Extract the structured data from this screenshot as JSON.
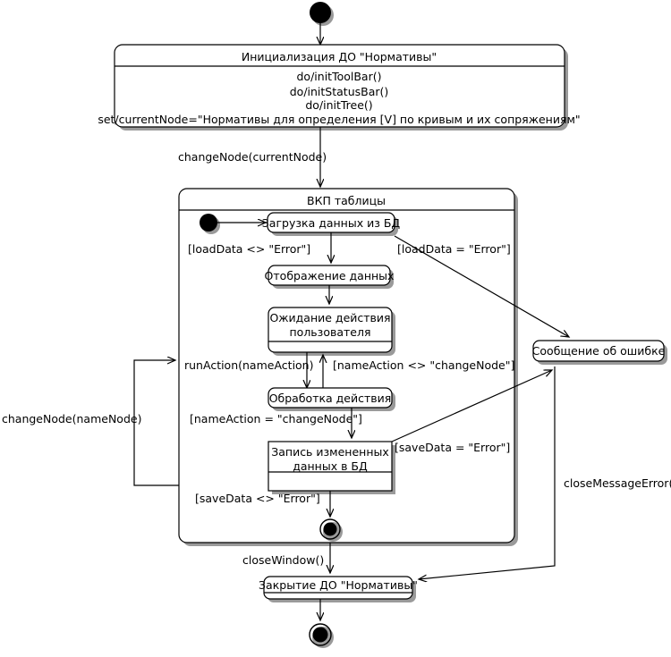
{
  "diagram": {
    "type": "uml-state-machine",
    "language": "ru",
    "colors": {
      "stroke": "#000000",
      "fill": "#ffffff",
      "shadow": "#9a9a9a",
      "background": "#ffffff"
    },
    "nodes": {
      "start": {
        "kind": "initial-node",
        "label": ""
      },
      "init_state": {
        "kind": "state",
        "title": "Инициализация ДО \"Нормативы\"",
        "actions": [
          "do/initToolBar()",
          "do/initStatusBar()",
          "do/initTree()",
          "set/currentNode=\"Нормативы для определения [V] по кривым и их сопряжениям\""
        ]
      },
      "composite": {
        "kind": "composite-state",
        "title": "ВКП таблицы",
        "inner_start": {
          "kind": "initial-node",
          "label": ""
        },
        "inner_end": {
          "kind": "final-node",
          "label": ""
        }
      },
      "load_data": {
        "kind": "state",
        "title": "Загрузка данных из БД"
      },
      "show_data": {
        "kind": "state",
        "title": "Отображение данных"
      },
      "wait_user": {
        "kind": "state",
        "title": "Ожидание действия пользователя",
        "title_line1": "Ожидание действия",
        "title_line2": "пользователя"
      },
      "process_action": {
        "kind": "state",
        "title": "Обработка действия"
      },
      "save_data": {
        "kind": "state",
        "title": "Запись измененных данных в БД",
        "title_line1": "Запись измененных",
        "title_line2": "данных в БД"
      },
      "error_message": {
        "kind": "state",
        "title": "Сообщение об ошибке"
      },
      "close_state": {
        "kind": "state",
        "title": "Закрытие ДО \"Нормативы\""
      },
      "final": {
        "kind": "final-node",
        "label": ""
      }
    },
    "transitions": [
      {
        "id": "t1",
        "from": "start",
        "to": "init_state",
        "label": ""
      },
      {
        "id": "t2",
        "from": "init_state",
        "to": "composite",
        "label": "changeNode(currentNode)"
      },
      {
        "id": "t3",
        "from": "inner_start",
        "to": "load_data",
        "label": ""
      },
      {
        "id": "t4",
        "from": "load_data",
        "to": "show_data",
        "label": "[loadData <> \"Error\"]"
      },
      {
        "id": "t5",
        "from": "load_data",
        "to": "error_message",
        "label": "[loadData = \"Error\"]"
      },
      {
        "id": "t6",
        "from": "show_data",
        "to": "wait_user",
        "label": ""
      },
      {
        "id": "t7",
        "from": "wait_user",
        "to": "process_action",
        "label": "runAction(nameAction)"
      },
      {
        "id": "t8",
        "from": "process_action",
        "to": "wait_user",
        "label": "[nameAction <> \"changeNode\"]"
      },
      {
        "id": "t9",
        "from": "process_action",
        "to": "save_data",
        "label": "[nameAction = \"changeNode\"]"
      },
      {
        "id": "t10",
        "from": "save_data",
        "to": "error_message",
        "label": "[saveData = \"Error\"]"
      },
      {
        "id": "t11",
        "from": "save_data",
        "to": "inner_end",
        "label": "[saveData <> \"Error\"]"
      },
      {
        "id": "t12",
        "from": "composite",
        "to": "composite",
        "label": "changeNode(nameNode)"
      },
      {
        "id": "t13",
        "from": "composite",
        "to": "close_state",
        "label": "closeWindow()"
      },
      {
        "id": "t14",
        "from": "error_message",
        "to": "close_state",
        "label": "closeMessageError()"
      },
      {
        "id": "t15",
        "from": "close_state",
        "to": "final",
        "label": ""
      }
    ],
    "labels": {
      "change_node_current": "changeNode(currentNode)",
      "change_node_name": "changeNode(nameNode)",
      "load_ok": "[loadData <> \"Error\"]",
      "load_err": "[loadData = \"Error\"]",
      "run_action": "runAction(nameAction)",
      "name_action_ne": "[nameAction <> \"changeNode\"]",
      "name_action_eq": "[nameAction = \"changeNode\"]",
      "save_err": "[saveData = \"Error\"]",
      "save_ok": "[saveData <> \"Error\"]",
      "close_window": "closeWindow()",
      "close_message_error": "closeMessageError()"
    }
  }
}
